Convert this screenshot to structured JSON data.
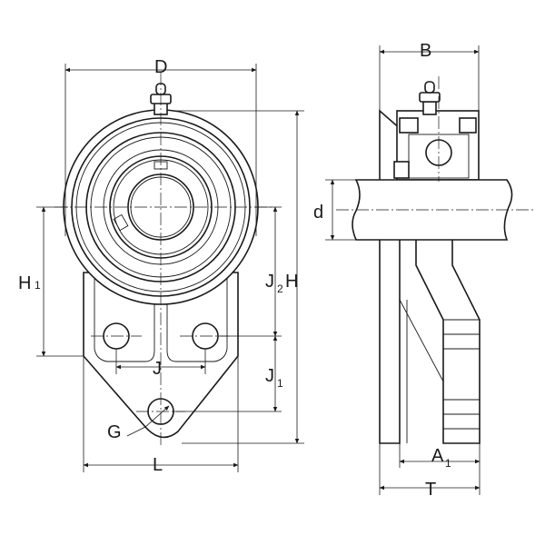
{
  "labels": {
    "D": "D",
    "B": "B",
    "d": "d",
    "H1_main": "H",
    "H1_sub": "1",
    "J2_main": "J",
    "J2_sub": "2",
    "H": "H",
    "J": "J",
    "J1_main": "J",
    "J1_sub": "1",
    "G": "G",
    "L": "L",
    "A1_main": "A",
    "A1_sub": "1",
    "T": "T"
  }
}
